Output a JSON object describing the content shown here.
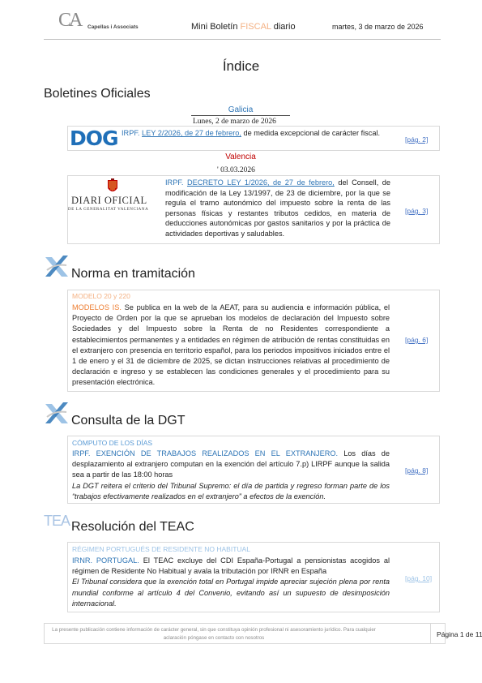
{
  "header": {
    "logo_letters": "CA",
    "firm_name": "Capellas i Associats",
    "title_prefix": "Mini Boletín ",
    "title_highlight": "FISCAL",
    "title_suffix": " diario",
    "date": "martes, 3 de marzo de 2026"
  },
  "index_title": "Índice",
  "boletines": {
    "title": "Boletines Oficiales",
    "galicia": {
      "region": "Galicia",
      "date": "Lunes, 2 de marzo de 2026",
      "logo_text": "DOG",
      "tag": "IRPF.",
      "link": "LEY 2/2026, de 27 de febrero,",
      "text": " de medida excepcional de carácter fiscal.",
      "page": "[pág. 2]"
    },
    "valencia": {
      "region": "Valencia",
      "date": "' 03.03.2026",
      "logo_name": "DIARI OFICIAL",
      "logo_sub": "DE LA GENERALITAT VALENCIANA",
      "tag": "IRPF.",
      "link": "DECRETO LEY 1/2026, de 27 de febrero,",
      "text": " del Consell, de modificación de la Ley 13/1997, de 23 de diciembre, por la que se regula el tramo autonómico del impuesto sobre la renta de las personas físicas y restantes tributos cedidos, en materia de deducciones autonómicas por gastos sanitarios y por la práctica de actividades deportivas y saludables.",
      "page": "[pág. 3]"
    }
  },
  "norma": {
    "title": "Norma en tramitación",
    "kicker": "MODELO 20 y 220",
    "tag": "MODELOS IS.",
    "text": " Se publica en la web de la AEAT, para su audiencia e información pública, el Proyecto de Orden por la que se aprueban los modelos de declaración del Impuesto sobre Sociedades y del Impuesto sobre la Renta de no Residentes correspondiente a establecimientos permanentes y a entidades en régimen de atribución de rentas constituidas en el extranjero con presencia en territorio español, para los periodos impositivos iniciados entre el 1 de enero y el 31 de diciembre de 2025, se dictan instrucciones relativas al procedimiento de declaración e ingreso y se establecen las condiciones generales y el procedimiento para su presentación electrónica.",
    "page": "[pág. 6]"
  },
  "consulta": {
    "title": "Consulta de la DGT",
    "kicker": "CÓMPUTO DE LOS DÍAS",
    "tag": "IRPF. EXENCIÓN DE TRABAJOS REALIZADOS EN EL EXTRANJERO.",
    "text": " Los días de desplazamiento al extranjero computan en la exención del artículo 7.p) LIRPF aunque la salida sea a partir de las 18:00 horas",
    "italic": "La DGT reitera el criterio del Tribunal Supremo: el día de partida y regreso forman parte de los “trabajos efectivamente realizados en el extranjero” a efectos de la exención.",
    "page": "[pág. 8]"
  },
  "teac": {
    "title": "Resolución del TEAC",
    "icon_text": "TEA",
    "kicker": "RÉGIMEN PORTUGUÉS DE RESIDENTE NO HABITUAL",
    "tag": "IRNR. PORTUGAL.",
    "text": " El TEAC excluye del CDI España-Portugal a pensionistas acogidos al régimen de Residente No Habitual y avala la tributación por IRNR en España",
    "italic": "El Tribunal considera que la exención total en Portugal impide apreciar sujeción plena por renta mundial conforme al artículo 4 del Convenio, evitando así un supuesto de desimposición internacional.",
    "page": "[pág. 10]"
  },
  "footer": {
    "disclaimer": "La presente publicación contiene información de carácter general, sin que constituya opinión profesional ni asesoramiento jurídico. Para cualquier aclaración póngase en contacto con nosotros",
    "page_label": "Página 1 de 11"
  },
  "colors": {
    "accent_blue": "#2e75b6",
    "valencia_red": "#c00000",
    "orange": "#ed7d31",
    "fiscal_highlight": "#f4b183"
  }
}
